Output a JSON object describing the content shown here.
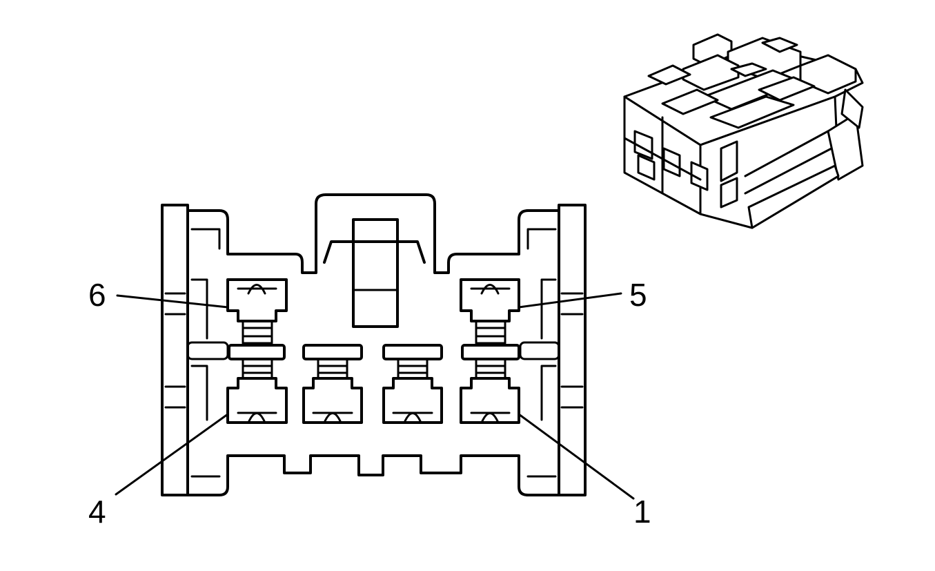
{
  "connector": {
    "pins": [
      {
        "id": "pin-6",
        "label": "6"
      },
      {
        "id": "pin-5",
        "label": "5"
      },
      {
        "id": "pin-4",
        "label": "4"
      },
      {
        "id": "pin-1",
        "label": "1"
      }
    ]
  }
}
